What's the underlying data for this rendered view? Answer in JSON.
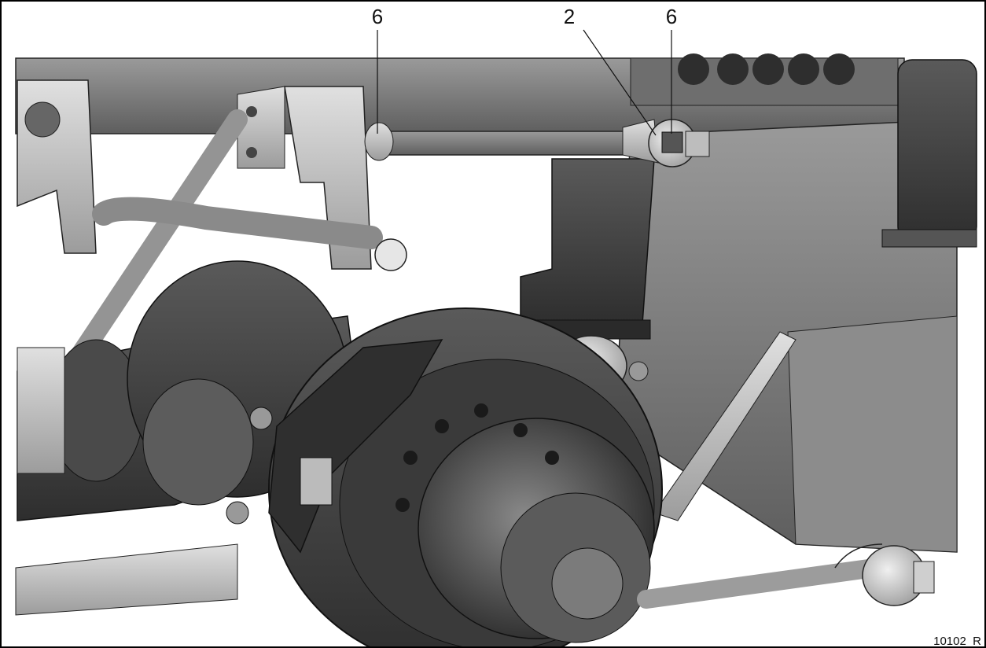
{
  "figure": {
    "callouts": [
      {
        "id": "left-bolt",
        "label": "6"
      },
      {
        "id": "rod-end",
        "label": "2"
      },
      {
        "id": "right-bolt",
        "label": "6"
      }
    ],
    "reference": "10102_R",
    "colors": {
      "background": "#ffffff",
      "frame": "#000000",
      "dark_metal": "#3f3f3f",
      "mid_metal": "#7a7a7a",
      "light_metal": "#c9c9c9"
    }
  }
}
